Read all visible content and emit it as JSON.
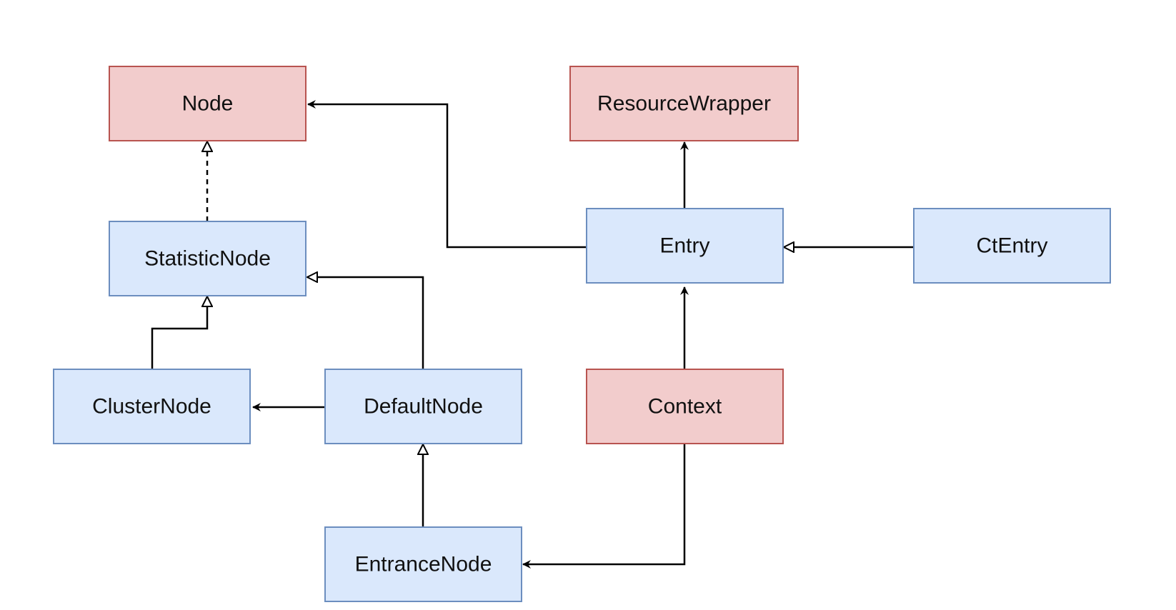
{
  "colors": {
    "interface_fill": "#f2cccc",
    "interface_stroke": "#b85450",
    "class_fill": "#dae8fc",
    "class_stroke": "#6c8ebf",
    "edge": "#000000"
  },
  "nodes": [
    {
      "id": "node",
      "label": "Node",
      "kind": "interface"
    },
    {
      "id": "resource-wrapper",
      "label": "ResourceWrapper",
      "kind": "interface"
    },
    {
      "id": "statistic-node",
      "label": "StatisticNode",
      "kind": "class"
    },
    {
      "id": "entry",
      "label": "Entry",
      "kind": "class"
    },
    {
      "id": "ct-entry",
      "label": "CtEntry",
      "kind": "class"
    },
    {
      "id": "cluster-node",
      "label": "ClusterNode",
      "kind": "class"
    },
    {
      "id": "default-node",
      "label": "DefaultNode",
      "kind": "class"
    },
    {
      "id": "context",
      "label": "Context",
      "kind": "interface"
    },
    {
      "id": "entrance-node",
      "label": "EntranceNode",
      "kind": "class"
    }
  ],
  "edges": [
    {
      "id": "statistic-node-implements-node",
      "from": "statistic-node",
      "to": "node",
      "type": "realization"
    },
    {
      "id": "entry-refs-node",
      "from": "entry",
      "to": "node",
      "type": "association"
    },
    {
      "id": "entry-refs-resource-wrapper",
      "from": "entry",
      "to": "resource-wrapper",
      "type": "association"
    },
    {
      "id": "ct-entry-extends-entry",
      "from": "ct-entry",
      "to": "entry",
      "type": "inheritance"
    },
    {
      "id": "cluster-node-extends-statistic-node",
      "from": "cluster-node",
      "to": "statistic-node",
      "type": "inheritance"
    },
    {
      "id": "default-node-extends-statistic-node",
      "from": "default-node",
      "to": "statistic-node",
      "type": "inheritance"
    },
    {
      "id": "default-node-refs-cluster-node",
      "from": "default-node",
      "to": "cluster-node",
      "type": "association"
    },
    {
      "id": "context-refs-entry",
      "from": "context",
      "to": "entry",
      "type": "association"
    },
    {
      "id": "entrance-node-extends-default-node",
      "from": "entrance-node",
      "to": "default-node",
      "type": "inheritance"
    },
    {
      "id": "context-refs-entrance-node",
      "from": "context",
      "to": "entrance-node",
      "type": "association"
    }
  ]
}
